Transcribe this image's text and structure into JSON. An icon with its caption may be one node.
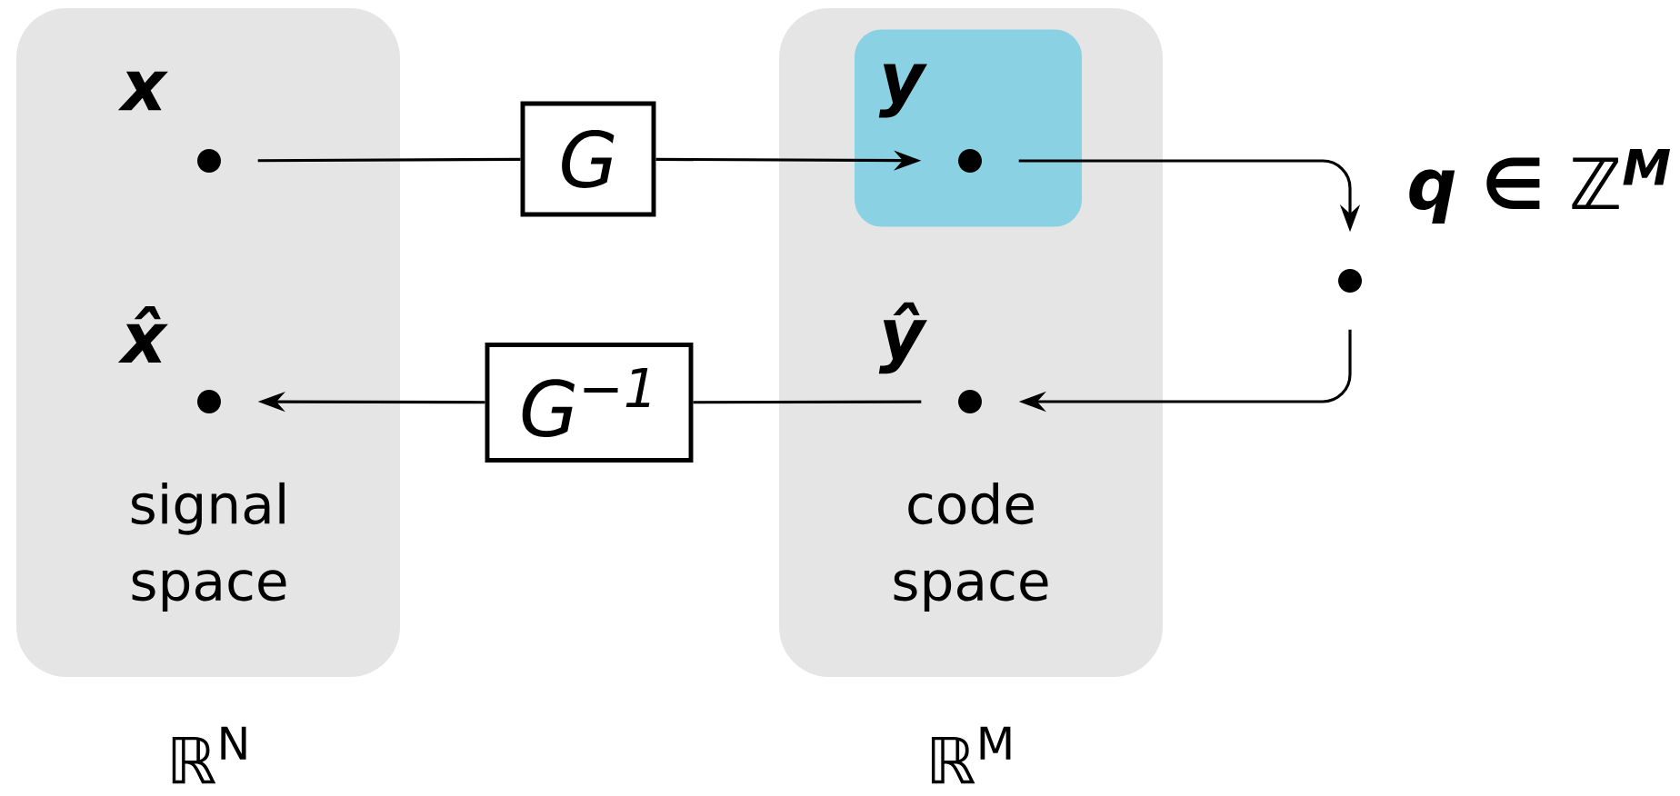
{
  "diagram": {
    "nodes": [
      {
        "text": [
          "signal space"
        ],
        "beside": [
          "ℝ$^{N}$"
        ]
      },
      {
        "text": [
          "code space"
        ],
        "beside": [
          "ℝ$^{M}$"
        ]
      },
      {
        "text": [],
        "shape": "box",
        "in": 1
      },
      {
        "text": [],
        "shape": "circle",
        "beside": [
          "x"
        ],
        "in": 0
      },
      {
        "text": [],
        "shape": "circle",
        "beside": [
          "x̂"
        ],
        "in": 0
      },
      {
        "text": [],
        "shape": "circle",
        "beside": [
          "y"
        ],
        "in": 2
      },
      {
        "text": [],
        "shape": "circle",
        "beside": [
          "ŷ"
        ],
        "in": 1
      },
      {
        "text": [],
        "shape": "circle",
        "beside": [
          "**q** ∈ ℤ$^{M}$"
        ]
      },
      {
        "text": [
          "G"
        ]
      },
      {
        "text": [
          "G$^{−1}$"
        ]
      }
    ],
    "edges": [
      {
        "from": 3,
        "to": 8,
        "arrow": "none"
      },
      {
        "from": 8,
        "to": 5,
        "arrow": "to"
      },
      {
        "from": 5,
        "to": 7,
        "arrow": "to"
      },
      {
        "from": 7,
        "to": 6,
        "arrow": "to"
      },
      {
        "from": 6,
        "to": 9,
        "arrow": "none"
      },
      {
        "from": 9,
        "to": 4,
        "arrow": "to"
      }
    ]
  }
}
